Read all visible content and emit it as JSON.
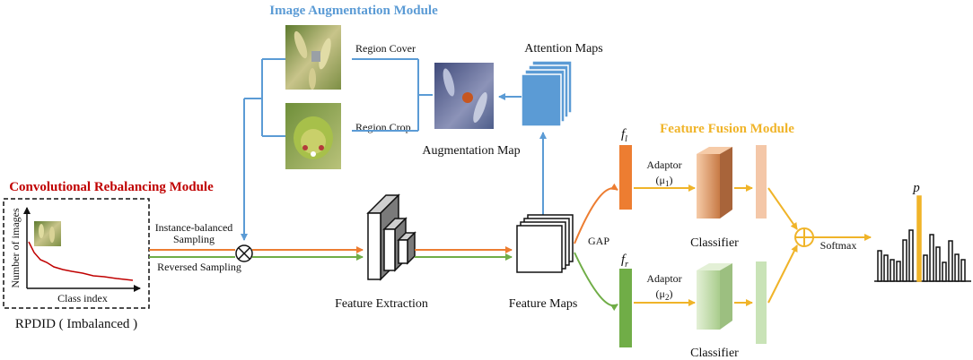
{
  "modules": {
    "augmentation": "Image Augmentation Module",
    "rebalancing": "Convolutional Rebalancing Module",
    "fusion": "Feature Fusion Module"
  },
  "labels": {
    "region_cover": "Region Cover",
    "region_crop": "Region Crop",
    "attention_maps": "Attention Maps",
    "augmentation_map": "Augmentation Map",
    "instance_balanced": "Instance-balanced",
    "sampling": "Sampling",
    "reversed_sampling": "Reversed Sampling",
    "feature_extraction": "Feature Extraction",
    "feature_maps": "Feature Maps",
    "gap": "GAP",
    "f_l_base": "f",
    "f_l_sub": "l",
    "f_r_base": "f",
    "f_r_sub": "r",
    "adaptor": "Adaptor",
    "mu1_base": "(μ",
    "mu1_sub": "1",
    "mu2_base": "(μ",
    "mu2_sub": "2",
    "paren_close": ")",
    "classifier": "Classifier",
    "softmax": "Softmax",
    "p": "p",
    "number_of_images": "Number of images",
    "class_index": "Class index",
    "dataset": "RPDID ( Imbalanced )"
  },
  "colors": {
    "blue": "#5b9bd5",
    "red": "#c00000",
    "gold": "#f0b429",
    "orange": "#ed7d31",
    "green": "#70ad47",
    "orange_light": "#f4c7a8",
    "green_light": "#c9e3b7"
  },
  "icons": {
    "multiply": "circled-times-icon",
    "sum": "circled-plus-icon"
  }
}
